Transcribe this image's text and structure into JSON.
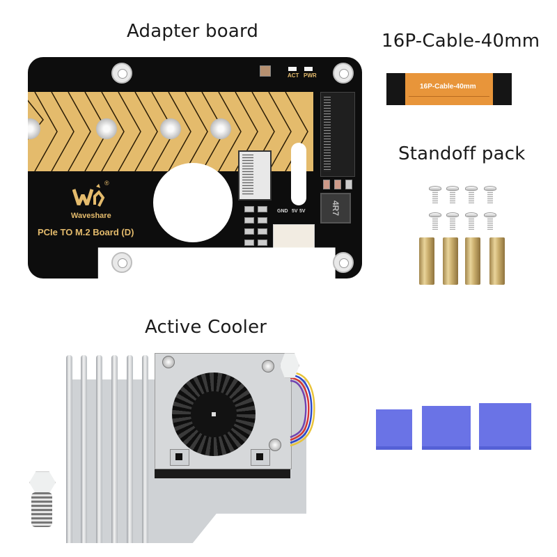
{
  "labels": {
    "adapter_board": "Adapter board",
    "cable": "16P-Cable-40mm",
    "standoff_pack": "Standoff pack",
    "active_cooler": "Active Cooler"
  },
  "adapter_board": {
    "brand": "Waveshare",
    "registered_mark": "®",
    "product_name": "PCIe TO M.2 Board (D)",
    "led_labels": [
      "ACT",
      "PWR"
    ],
    "connector_labels": [
      "GND",
      "5V",
      "5V"
    ],
    "inductor_marking": "4R7"
  },
  "cable": {
    "printed_text": "16P-Cable-40mm",
    "color": "#e8953a"
  },
  "standoff_pack": {
    "screws": 8,
    "brass_standoffs": 4
  },
  "thermal_pads": {
    "count": 3,
    "color": "#6a73e6"
  }
}
